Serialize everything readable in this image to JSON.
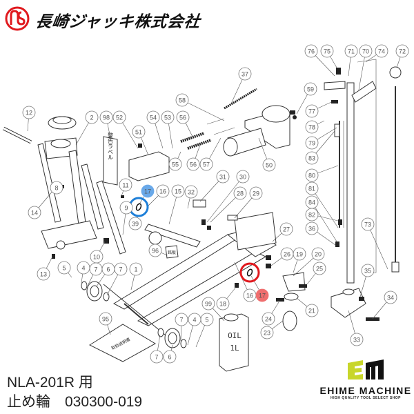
{
  "header": {
    "company_name": "長崎ジャッキ株式会社",
    "logo_text": "NS",
    "logo_color": "#e0191e"
  },
  "caption": {
    "model": "NLA-201R 用",
    "part": "止め輪　030300-019"
  },
  "brand": {
    "name": "EHIME MACHINE",
    "tagline": "HIGH QUALITY TOOL SELECT SHOP",
    "logo_letters": "EM",
    "accent_color": "#c8d62b"
  },
  "diagram": {
    "part_labels": {
      "warning_label": "警告ラベル",
      "nameplate": "銘板",
      "manual": "取扱説明書",
      "oil_can_line1": "OIL",
      "oil_can_line2": "1L"
    },
    "highlight": {
      "part_number": "17",
      "blue_color": "#1e7fd8",
      "blue_fill": "#6aa9e9",
      "red_color": "#e0191e",
      "red_fill": "#ef6e6e"
    },
    "callouts": [
      "12",
      "2",
      "98",
      "52",
      "51",
      "11",
      "16",
      "15",
      "9",
      "39",
      "14",
      "8",
      "13",
      "10",
      "96",
      "5",
      "4",
      "7",
      "6",
      "7",
      "1",
      "95",
      "7",
      "6",
      "7",
      "4",
      "5",
      "99",
      "18",
      "16",
      "24",
      "23",
      "21",
      "25",
      "20",
      "19",
      "26",
      "27",
      "28",
      "29",
      "30",
      "31",
      "32",
      "54",
      "53",
      "56",
      "58",
      "55",
      "56",
      "57",
      "37",
      "50",
      "76",
      "75",
      "71",
      "70",
      "74",
      "72",
      "59",
      "77",
      "78",
      "79",
      "83",
      "80",
      "81",
      "84",
      "82",
      "36",
      "73",
      "35",
      "34",
      "33",
      "17",
      "17"
    ]
  }
}
